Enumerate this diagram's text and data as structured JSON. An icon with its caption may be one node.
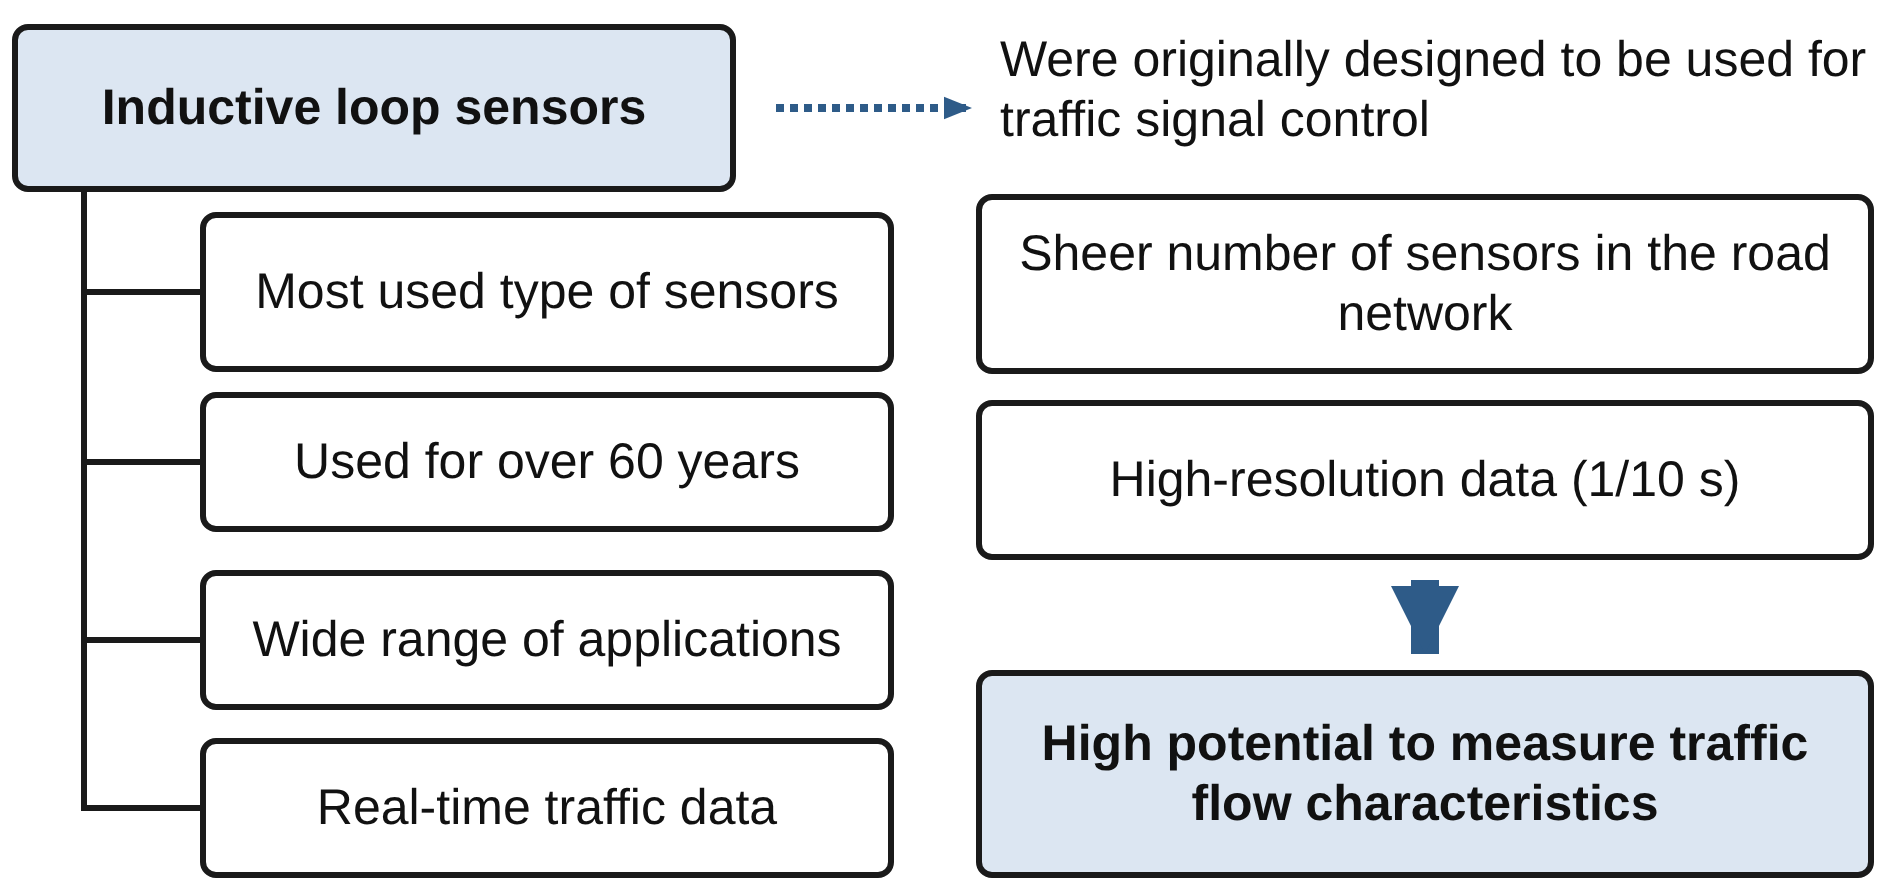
{
  "diagram": {
    "nodes": [
      {
        "text": [
          "Inductive loop sensors"
        ]
      },
      {
        "text": [
          "Were originally designed to be used for traffic signal control"
        ]
      },
      {
        "text": [
          "Most used type of sensors"
        ]
      },
      {
        "text": [
          "Used for over 60 years"
        ]
      },
      {
        "text": [
          "Wide range of applications"
        ]
      },
      {
        "text": [
          "Real-time traffic data"
        ]
      },
      {
        "text": [
          "Sheer number of sensors in the road network"
        ]
      },
      {
        "text": [
          "High-resolution data (1/10 s)"
        ]
      },
      {
        "text": [
          "High potential to measure traffic flow characteristics"
        ]
      }
    ],
    "edges": [
      {
        "from": 0,
        "to": 1,
        "arrow": "to",
        "style": "dashed",
        "color": "#2e5b88"
      },
      {
        "from": 0,
        "to": 2,
        "arrow": "none"
      },
      {
        "from": 0,
        "to": 3,
        "arrow": "none"
      },
      {
        "from": 0,
        "to": 4,
        "arrow": "none"
      },
      {
        "from": 0,
        "to": 5,
        "arrow": "none"
      },
      {
        "from": 7,
        "to": 8,
        "arrow": "to",
        "style": "thick",
        "color": "#2e5b88"
      }
    ]
  }
}
